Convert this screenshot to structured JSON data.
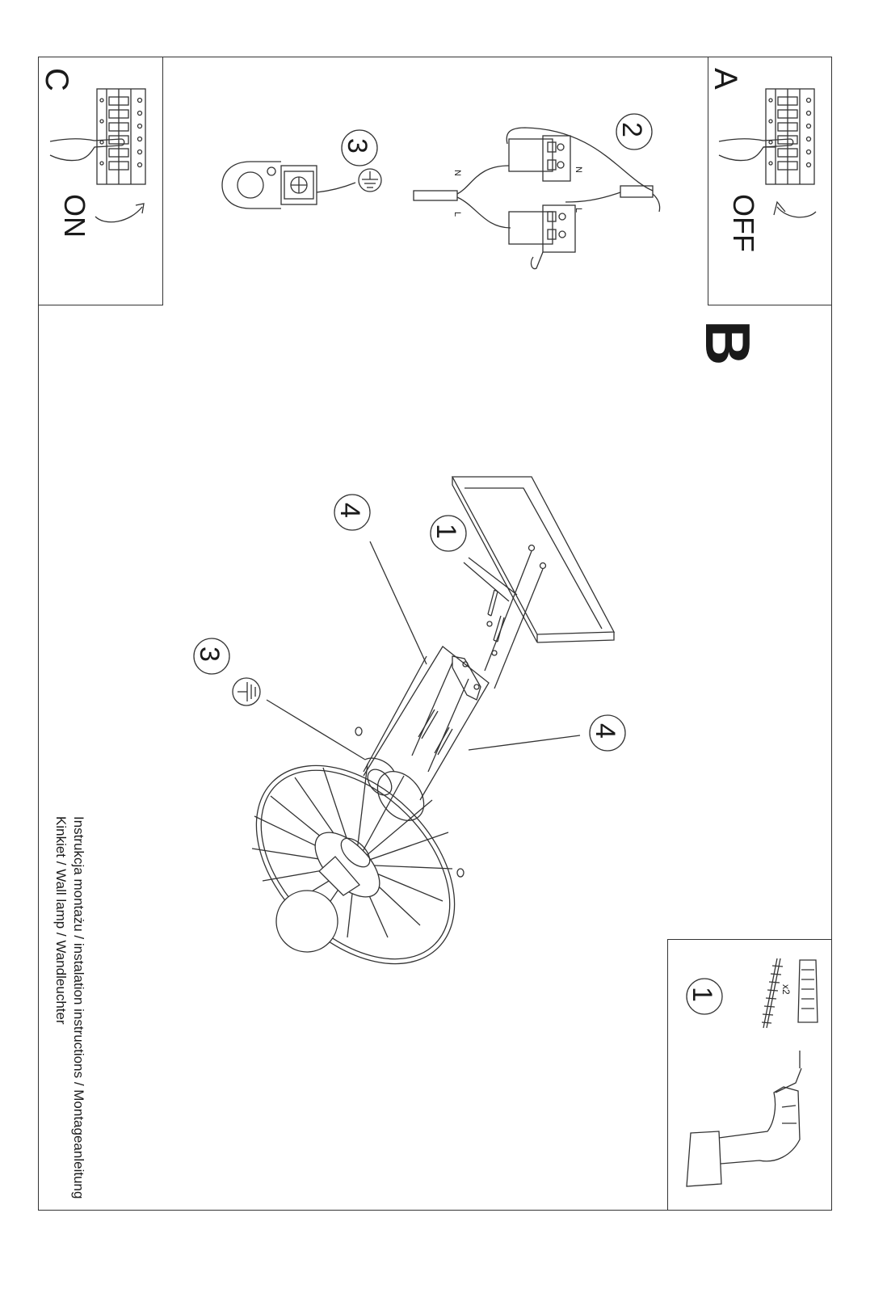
{
  "labels": {
    "panel_a": "A",
    "panel_b": "B",
    "panel_c": "C",
    "off": "OFF",
    "on": "ON",
    "neutral": "N",
    "live": "L",
    "quantity": "x2"
  },
  "callouts": {
    "one": "1",
    "two": "2",
    "three": "3",
    "four": "4"
  },
  "caption": {
    "line1": "Instrukcja montażu / instalation instructions / Montageanleitung",
    "line2": "Kinkiet / Wall lamp / Wandleuchter"
  },
  "icons": [
    "fuse-box-icon",
    "hand-icon",
    "arrow-icon",
    "ground-symbol-icon",
    "drill-icon",
    "screw-icon",
    "wall-plug-icon",
    "connector-block-icon"
  ]
}
